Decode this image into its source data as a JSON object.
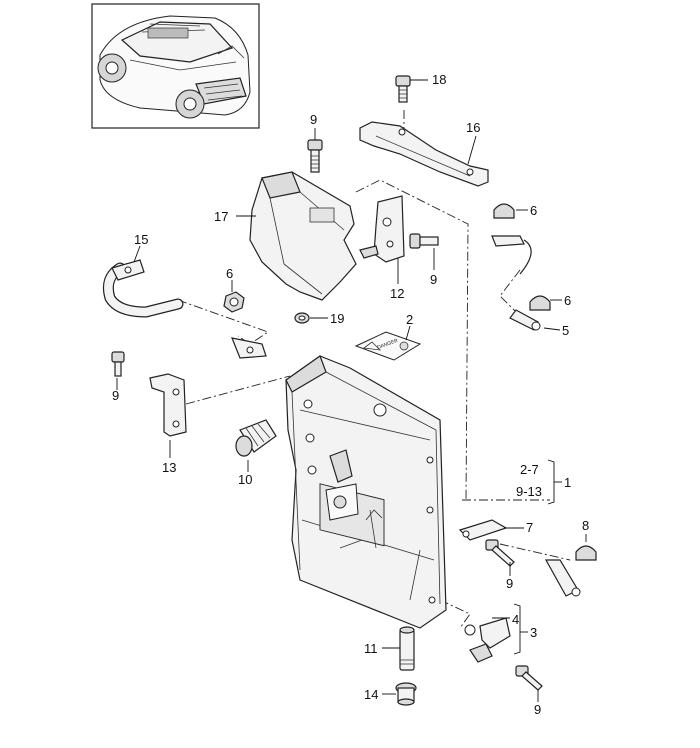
{
  "callouts": {
    "c1": "1",
    "c2": "2",
    "c3": "3",
    "c4": "4",
    "c5": "5",
    "c6a": "6",
    "c6b": "6",
    "c6c": "6",
    "c7": "7",
    "c8": "8",
    "c9a": "9",
    "c9b": "9",
    "c9c": "9",
    "c9d": "9",
    "c9e": "9",
    "c10": "10",
    "c11": "11",
    "c12": "12",
    "c13": "13",
    "c14": "14",
    "c15": "15",
    "c16": "16",
    "c17": "17",
    "c18": "18",
    "c19": "19",
    "range_a": "2-7",
    "range_b": "9-13"
  },
  "label_plate": {
    "text": "DANGER"
  }
}
